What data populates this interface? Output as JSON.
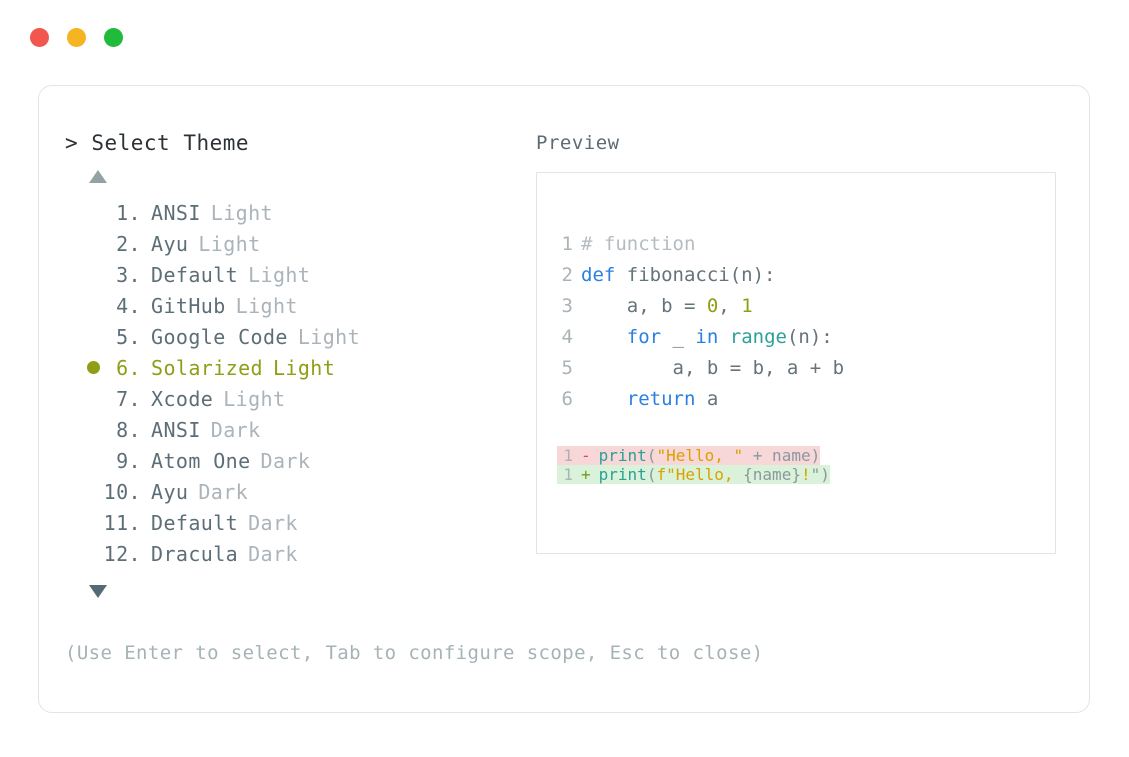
{
  "window": {
    "dots": [
      {
        "name": "close-dot",
        "color": "#f2574f"
      },
      {
        "name": "minimize-dot",
        "color": "#f5b422"
      },
      {
        "name": "maximize-dot",
        "color": "#21bb3b"
      }
    ]
  },
  "palette": {
    "accent_selected": "#8f9e16",
    "text_primary": "#2c3136",
    "text_secondary": "#5d6e77",
    "text_muted": "#aab4ba",
    "border": "#e2e5e7",
    "diff_del_bg": "#f7d7d8",
    "diff_add_bg": "#d9f2d9",
    "keyword": "#2a7fe0",
    "function": "#2aa198",
    "string": "#dba100",
    "number": "#8f9e16",
    "comment": "#b4bcc0"
  },
  "picker": {
    "caret": ">",
    "title": "Select Theme",
    "scroll_up_icon": "triangle-up",
    "scroll_down_icon": "triangle-down",
    "selected_index": 6,
    "items": [
      {
        "index": "1.",
        "name": "ANSI",
        "variant": "Light",
        "selected": false
      },
      {
        "index": "2.",
        "name": "Ayu",
        "variant": "Light",
        "selected": false
      },
      {
        "index": "3.",
        "name": "Default",
        "variant": "Light",
        "selected": false
      },
      {
        "index": "4.",
        "name": "GitHub",
        "variant": "Light",
        "selected": false
      },
      {
        "index": "5.",
        "name": "Google Code",
        "variant": "Light",
        "selected": false
      },
      {
        "index": "6.",
        "name": "Solarized",
        "variant": "Light",
        "selected": true
      },
      {
        "index": "7.",
        "name": "Xcode",
        "variant": "Light",
        "selected": false
      },
      {
        "index": "8.",
        "name": "ANSI",
        "variant": "Dark",
        "selected": false
      },
      {
        "index": "9.",
        "name": "Atom One",
        "variant": "Dark",
        "selected": false
      },
      {
        "index": "10.",
        "name": "Ayu",
        "variant": "Dark",
        "selected": false
      },
      {
        "index": "11.",
        "name": "Default",
        "variant": "Dark",
        "selected": false
      },
      {
        "index": "12.",
        "name": "Dracula",
        "variant": "Dark",
        "selected": false
      }
    ]
  },
  "preview": {
    "title": "Preview",
    "code_lines": [
      {
        "ln": "1",
        "tokens": [
          {
            "t": "# function",
            "c": "comment"
          }
        ]
      },
      {
        "ln": "2",
        "tokens": [
          {
            "t": "def",
            "c": "keyword"
          },
          {
            "t": " fibonacci(n):",
            "c": "plain"
          }
        ]
      },
      {
        "ln": "3",
        "tokens": [
          {
            "t": "    a, b = ",
            "c": "plain"
          },
          {
            "t": "0",
            "c": "num"
          },
          {
            "t": ", ",
            "c": "plain"
          },
          {
            "t": "1",
            "c": "num"
          }
        ]
      },
      {
        "ln": "4",
        "tokens": [
          {
            "t": "    ",
            "c": "plain"
          },
          {
            "t": "for",
            "c": "keyword"
          },
          {
            "t": " _ ",
            "c": "plain"
          },
          {
            "t": "in",
            "c": "keyword"
          },
          {
            "t": " ",
            "c": "plain"
          },
          {
            "t": "range",
            "c": "func"
          },
          {
            "t": "(n):",
            "c": "plain"
          }
        ]
      },
      {
        "ln": "5",
        "tokens": [
          {
            "t": "        a, b = b, a + b",
            "c": "plain"
          }
        ]
      },
      {
        "ln": "6",
        "tokens": [
          {
            "t": "    ",
            "c": "plain"
          },
          {
            "t": "return",
            "c": "keyword"
          },
          {
            "t": " a",
            "c": "plain"
          }
        ]
      }
    ],
    "diff_lines": [
      {
        "ln": "1",
        "kind": "del",
        "marker": "-",
        "tokens": [
          {
            "t": "print",
            "c": "func"
          },
          {
            "t": "(",
            "c": "punc"
          },
          {
            "t": "\"Hello, \"",
            "c": "string"
          },
          {
            "t": " + name)",
            "c": "punc"
          }
        ]
      },
      {
        "ln": "1",
        "kind": "add",
        "marker": "+",
        "tokens": [
          {
            "t": "print",
            "c": "func"
          },
          {
            "t": "(",
            "c": "punc"
          },
          {
            "t": "f\"Hello, ",
            "c": "string"
          },
          {
            "t": "{name}",
            "c": "punc"
          },
          {
            "t": "!",
            "c": "string"
          },
          {
            "t": "\")",
            "c": "punc"
          }
        ]
      }
    ]
  },
  "footer": {
    "hint": "(Use Enter to select, Tab to configure scope, Esc to close)"
  }
}
